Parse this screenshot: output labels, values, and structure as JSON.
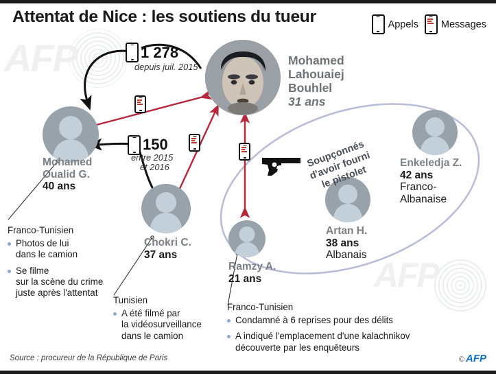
{
  "header": {
    "title": "Attentat de Nice : les soutiens du tueur",
    "legend": [
      {
        "icon": "phone-call-icon",
        "label": "Appels"
      },
      {
        "icon": "phone-message-icon",
        "label": "Messages"
      }
    ]
  },
  "main_subject": {
    "name_line1": "Mohamed",
    "name_line2": "Lahouaiej",
    "name_line3": "Bouhlel",
    "age": "31 ans"
  },
  "counters": [
    {
      "id": "calls-1278",
      "value": "1 278",
      "note_line1": "depuis juil. 2015",
      "note_line2": ""
    },
    {
      "id": "calls-150",
      "value": "150",
      "note_line1": "entre 2015",
      "note_line2": "et 2016"
    }
  ],
  "people": [
    {
      "id": "mohamed-oualid-g",
      "name": "Mohamed",
      "name2": "Oualid G.",
      "age": "40 ans",
      "nationality": "",
      "detail_nationality": "Franco-Tunisien",
      "bullets": [
        "Photos de lui\ndans le camion",
        "Se filme\nsur la scène du crime\njuste après l'attentat"
      ]
    },
    {
      "id": "chokri-c",
      "name": "Chokri C.",
      "name2": "",
      "age": "37 ans",
      "nationality": "",
      "detail_nationality": "Tunisien",
      "bullets": [
        "A été filmé par\nla vidéosurveillance\ndans le camion"
      ]
    },
    {
      "id": "ramzy-a",
      "name": "Ramzy A.",
      "name2": "",
      "age": "21 ans",
      "nationality": "",
      "detail_nationality": "Franco-Tunisien",
      "bullets": [
        "Condamné à 6 reprises pour des délits",
        "A indiqué l'emplacement d'une kalachnikov\ndécouverte par les enquêteurs"
      ]
    },
    {
      "id": "artan-h",
      "name": "Artan H.",
      "name2": "",
      "age": "38 ans",
      "nationality": "Albanais",
      "detail_nationality": "",
      "bullets": []
    },
    {
      "id": "enkeledja-z",
      "name": "Enkeledja Z.",
      "name2": "",
      "age": "42 ans",
      "nationality": "Franco-\nAlbanaise",
      "detail_nationality": "",
      "bullets": []
    }
  ],
  "annotations": {
    "suspects_line1": "Soupçonnés",
    "suspects_line2": "d'avoir fourni",
    "suspects_line3": "le pistolet"
  },
  "footer": {
    "source": "Source : procureur de la République de Paris",
    "copyright": "©",
    "agency": "AFP"
  },
  "colors": {
    "accent_red": "#b5273a",
    "avatar_bg": "#97a2aa",
    "avatar_fg": "#c3d0da",
    "bullet": "#8fa9cf",
    "ellipse": "#b9bdd8",
    "afp_blue": "#0b6fc4"
  }
}
